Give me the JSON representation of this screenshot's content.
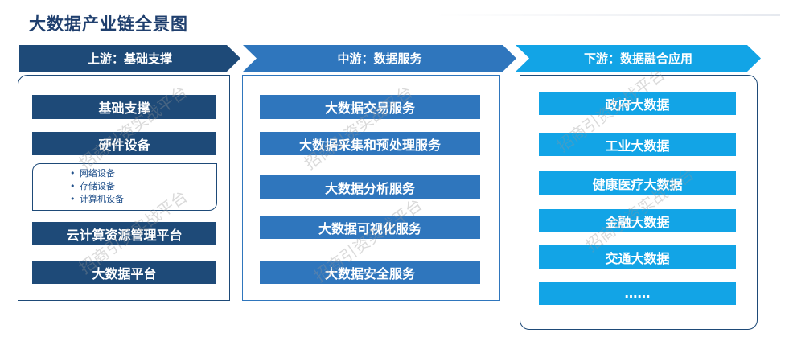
{
  "title": "大数据产业链全景图",
  "stages": [
    {
      "label": "上游：基础支撑"
    },
    {
      "label": "中游：数据服务"
    },
    {
      "label": "下游：数据融合应用"
    }
  ],
  "upstream": {
    "items": [
      "基础支撑",
      "硬件设备",
      "云计算资源管理平台",
      "大数据平台"
    ],
    "hardware_list": [
      "网络设备",
      "存储设备",
      "计算机设备"
    ]
  },
  "midstream": {
    "items": [
      "大数据交易服务",
      "大数据采集和预处理服务",
      "大数据分析服务",
      "大数据可视化服务",
      "大数据安全服务"
    ]
  },
  "downstream": {
    "items": [
      "政府大数据",
      "工业大数据",
      "健康医疗大数据",
      "金融大数据",
      "交通大数据",
      "……"
    ]
  },
  "watermark": "招商引资实战平台",
  "colors": {
    "upstream": "#1e4a78",
    "midstream": "#2f76bd",
    "downstream": "#12a4e6",
    "title": "#1f3f6e"
  }
}
